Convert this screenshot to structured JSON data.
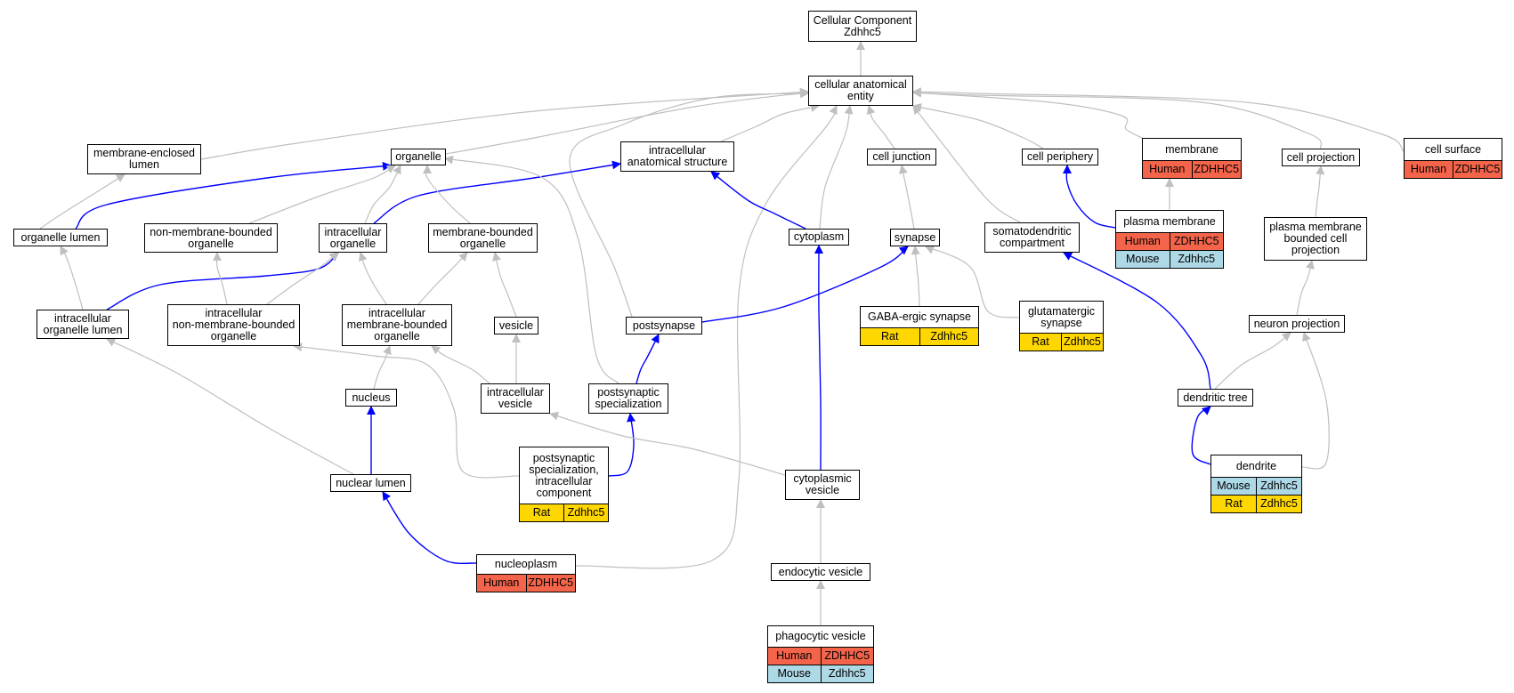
{
  "graph": {
    "colors": {
      "is_a_edge": "#bfbfbf",
      "part_of_edge": "#0000ff",
      "Human": "#f4644a",
      "Mouse": "#add8e6",
      "Rat": "#ffd700"
    },
    "nodes": [
      {
        "id": "root",
        "label": "Cellular Component\nZdhhc5"
      },
      {
        "id": "cae",
        "label": "cellular anatomical\nentity"
      },
      {
        "id": "mel",
        "label": "membrane-enclosed\nlumen"
      },
      {
        "id": "organelle",
        "label": "organelle"
      },
      {
        "id": "ias",
        "label": "intracellular\nanatomical structure"
      },
      {
        "id": "cj",
        "label": "cell junction"
      },
      {
        "id": "cp",
        "label": "cell periphery"
      },
      {
        "id": "membrane",
        "label": "membrane",
        "species": [
          {
            "org": "Human",
            "gene": "ZDHHC5"
          }
        ]
      },
      {
        "id": "cproj",
        "label": "cell projection"
      },
      {
        "id": "csurf",
        "label": "cell surface",
        "species": [
          {
            "org": "Human",
            "gene": "ZDHHC5"
          }
        ]
      },
      {
        "id": "olumen",
        "label": "organelle lumen"
      },
      {
        "id": "nmbo",
        "label": "non-membrane-bounded\norganelle"
      },
      {
        "id": "io",
        "label": "intracellular\norganelle"
      },
      {
        "id": "mbo",
        "label": "membrane-bounded\norganelle"
      },
      {
        "id": "cyto",
        "label": "cytoplasm"
      },
      {
        "id": "synapse",
        "label": "synapse"
      },
      {
        "id": "sdc",
        "label": "somatodendritic\ncompartment"
      },
      {
        "id": "pm",
        "label": "plasma membrane",
        "species": [
          {
            "org": "Human",
            "gene": "ZDHHC5"
          },
          {
            "org": "Mouse",
            "gene": "Zdhhc5"
          }
        ]
      },
      {
        "id": "pmbcp",
        "label": "plasma membrane\nbounded cell\nprojection"
      },
      {
        "id": "iol",
        "label": "intracellular\norganelle lumen"
      },
      {
        "id": "inmbo",
        "label": "intracellular\nnon-membrane-bounded\norganelle"
      },
      {
        "id": "imbo",
        "label": "intracellular\nmembrane-bounded\norganelle"
      },
      {
        "id": "vesicle",
        "label": "vesicle"
      },
      {
        "id": "postsyn",
        "label": "postsynapse"
      },
      {
        "id": "gaba",
        "label": "GABA-ergic synapse",
        "species": [
          {
            "org": "Rat",
            "gene": "Zdhhc5"
          }
        ]
      },
      {
        "id": "glut",
        "label": "glutamatergic\nsynapse",
        "species": [
          {
            "org": "Rat",
            "gene": "Zdhhc5"
          }
        ]
      },
      {
        "id": "nproj",
        "label": "neuron projection"
      },
      {
        "id": "nucleus",
        "label": "nucleus"
      },
      {
        "id": "ivesicle",
        "label": "intracellular\nvesicle"
      },
      {
        "id": "pss",
        "label": "postsynaptic\nspecialization"
      },
      {
        "id": "dtree",
        "label": "dendritic tree"
      },
      {
        "id": "pssic",
        "label": "postsynaptic\nspecialization,\nintracellular\ncomponent",
        "species": [
          {
            "org": "Rat",
            "gene": "Zdhhc5"
          }
        ]
      },
      {
        "id": "dendrite",
        "label": "dendrite",
        "species": [
          {
            "org": "Mouse",
            "gene": "Zdhhc5"
          },
          {
            "org": "Rat",
            "gene": "Zdhhc5"
          }
        ]
      },
      {
        "id": "nlumen",
        "label": "nuclear lumen"
      },
      {
        "id": "cvesicle",
        "label": "cytoplasmic\nvesicle"
      },
      {
        "id": "nucleoplasm",
        "label": "nucleoplasm",
        "species": [
          {
            "org": "Human",
            "gene": "ZDHHC5"
          }
        ]
      },
      {
        "id": "evesicle",
        "label": "endocytic vesicle"
      },
      {
        "id": "phago",
        "label": "phagocytic vesicle",
        "species": [
          {
            "org": "Human",
            "gene": "ZDHHC5"
          },
          {
            "org": "Mouse",
            "gene": "Zdhhc5"
          }
        ]
      }
    ],
    "edges": [
      {
        "from": "cae",
        "to": "root",
        "type": "is_a"
      },
      {
        "from": "mel",
        "to": "cae",
        "type": "is_a"
      },
      {
        "from": "organelle",
        "to": "cae",
        "type": "is_a"
      },
      {
        "from": "ias",
        "to": "cae",
        "type": "is_a"
      },
      {
        "from": "cj",
        "to": "cae",
        "type": "is_a"
      },
      {
        "from": "cp",
        "to": "cae",
        "type": "is_a"
      },
      {
        "from": "membrane",
        "to": "cae",
        "type": "is_a"
      },
      {
        "from": "cproj",
        "to": "cae",
        "type": "is_a"
      },
      {
        "from": "csurf",
        "to": "cae",
        "type": "is_a"
      },
      {
        "from": "cyto",
        "to": "cae",
        "type": "is_a"
      },
      {
        "from": "sdc",
        "to": "cae",
        "type": "is_a"
      },
      {
        "from": "postsyn",
        "to": "cae",
        "type": "is_a"
      },
      {
        "from": "nucleoplasm",
        "to": "cae",
        "type": "is_a"
      },
      {
        "from": "olumen",
        "to": "mel",
        "type": "is_a"
      },
      {
        "from": "olumen",
        "to": "organelle",
        "type": "part_of"
      },
      {
        "from": "nmbo",
        "to": "organelle",
        "type": "is_a"
      },
      {
        "from": "io",
        "to": "organelle",
        "type": "is_a"
      },
      {
        "from": "io",
        "to": "ias",
        "type": "part_of"
      },
      {
        "from": "mbo",
        "to": "organelle",
        "type": "is_a"
      },
      {
        "from": "pss",
        "to": "organelle",
        "type": "is_a"
      },
      {
        "from": "cyto",
        "to": "ias",
        "type": "part_of"
      },
      {
        "from": "synapse",
        "to": "cj",
        "type": "is_a"
      },
      {
        "from": "pm",
        "to": "membrane",
        "type": "is_a"
      },
      {
        "from": "pm",
        "to": "cp",
        "type": "part_of"
      },
      {
        "from": "pmbcp",
        "to": "cproj",
        "type": "is_a"
      },
      {
        "from": "iol",
        "to": "olumen",
        "type": "is_a"
      },
      {
        "from": "iol",
        "to": "io",
        "type": "part_of"
      },
      {
        "from": "inmbo",
        "to": "nmbo",
        "type": "is_a"
      },
      {
        "from": "inmbo",
        "to": "io",
        "type": "is_a"
      },
      {
        "from": "imbo",
        "to": "io",
        "type": "is_a"
      },
      {
        "from": "imbo",
        "to": "mbo",
        "type": "is_a"
      },
      {
        "from": "vesicle",
        "to": "mbo",
        "type": "is_a"
      },
      {
        "from": "postsyn",
        "to": "synapse",
        "type": "part_of"
      },
      {
        "from": "gaba",
        "to": "synapse",
        "type": "is_a"
      },
      {
        "from": "glut",
        "to": "synapse",
        "type": "is_a"
      },
      {
        "from": "nproj",
        "to": "pmbcp",
        "type": "is_a"
      },
      {
        "from": "nucleus",
        "to": "imbo",
        "type": "is_a"
      },
      {
        "from": "ivesicle",
        "to": "imbo",
        "type": "is_a"
      },
      {
        "from": "ivesicle",
        "to": "vesicle",
        "type": "is_a"
      },
      {
        "from": "pss",
        "to": "postsyn",
        "type": "part_of"
      },
      {
        "from": "dtree",
        "to": "nproj",
        "type": "is_a"
      },
      {
        "from": "dtree",
        "to": "sdc",
        "type": "part_of"
      },
      {
        "from": "pssic",
        "to": "inmbo",
        "type": "is_a"
      },
      {
        "from": "pssic",
        "to": "pss",
        "type": "part_of"
      },
      {
        "from": "dendrite",
        "to": "nproj",
        "type": "is_a"
      },
      {
        "from": "dendrite",
        "to": "dtree",
        "type": "part_of"
      },
      {
        "from": "nlumen",
        "to": "iol",
        "type": "is_a"
      },
      {
        "from": "nlumen",
        "to": "nucleus",
        "type": "part_of"
      },
      {
        "from": "cvesicle",
        "to": "ivesicle",
        "type": "is_a"
      },
      {
        "from": "cvesicle",
        "to": "cyto",
        "type": "part_of"
      },
      {
        "from": "nucleoplasm",
        "to": "nlumen",
        "type": "part_of"
      },
      {
        "from": "evesicle",
        "to": "cvesicle",
        "type": "is_a"
      },
      {
        "from": "phago",
        "to": "evesicle",
        "type": "is_a"
      }
    ]
  }
}
